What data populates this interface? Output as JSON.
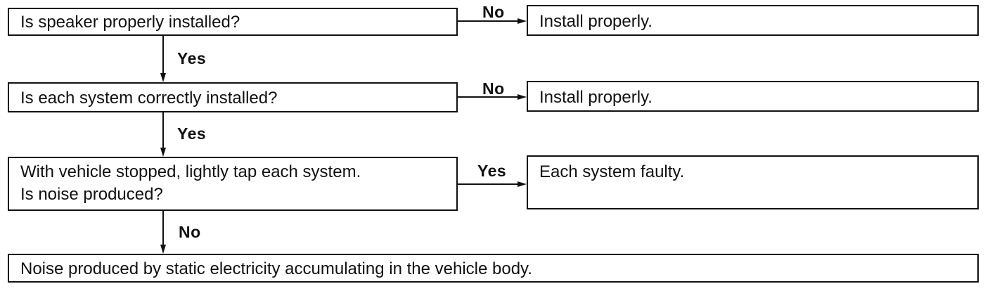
{
  "flowchart": {
    "steps": [
      {
        "question": [
          "Is speaker properly installed?"
        ],
        "branch_label": "No",
        "branch_result": "Install properly.",
        "down_label": "Yes"
      },
      {
        "question": [
          "Is each system correctly installed?"
        ],
        "branch_label": "No",
        "branch_result": "Install properly.",
        "down_label": "Yes"
      },
      {
        "question": [
          "With vehicle stopped, lightly tap each system.",
          "Is noise produced?"
        ],
        "branch_label": "Yes",
        "branch_result": "Each system faulty.",
        "down_label": "No"
      }
    ],
    "final_result": "Noise produced by static electricity accumulating in the vehicle body."
  }
}
